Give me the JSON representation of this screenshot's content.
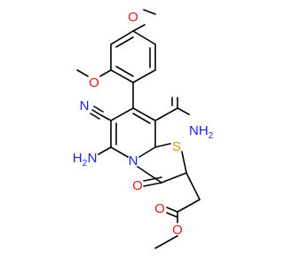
{
  "molecule": {
    "atoms": {
      "o_methoxy_top": {
        "text": "O",
        "color": "#e8141e"
      },
      "o_methoxy_left": {
        "text": "O",
        "color": "#e8141e"
      },
      "n_nitrile": {
        "text": "N",
        "color": "#1c22e8"
      },
      "amide_nh": {
        "text": "NH",
        "sub": "2",
        "color": "#1c22e8"
      },
      "amino_h2": {
        "text": "H",
        "sub": "2",
        "color": "#1c22e8"
      },
      "amino_n": {
        "text": "N",
        "color": "#1c22e8"
      },
      "s_ring": {
        "text": "S",
        "color": "#c8a400"
      },
      "n_ring": {
        "text": "N",
        "color": "#1c22e8"
      },
      "o_lactam": {
        "text": "O",
        "color": "#e8141e"
      },
      "o_ester_carbonyl": {
        "text": "O",
        "color": "#e8141e"
      },
      "o_ester": {
        "text": "O",
        "color": "#e8141e"
      }
    }
  }
}
